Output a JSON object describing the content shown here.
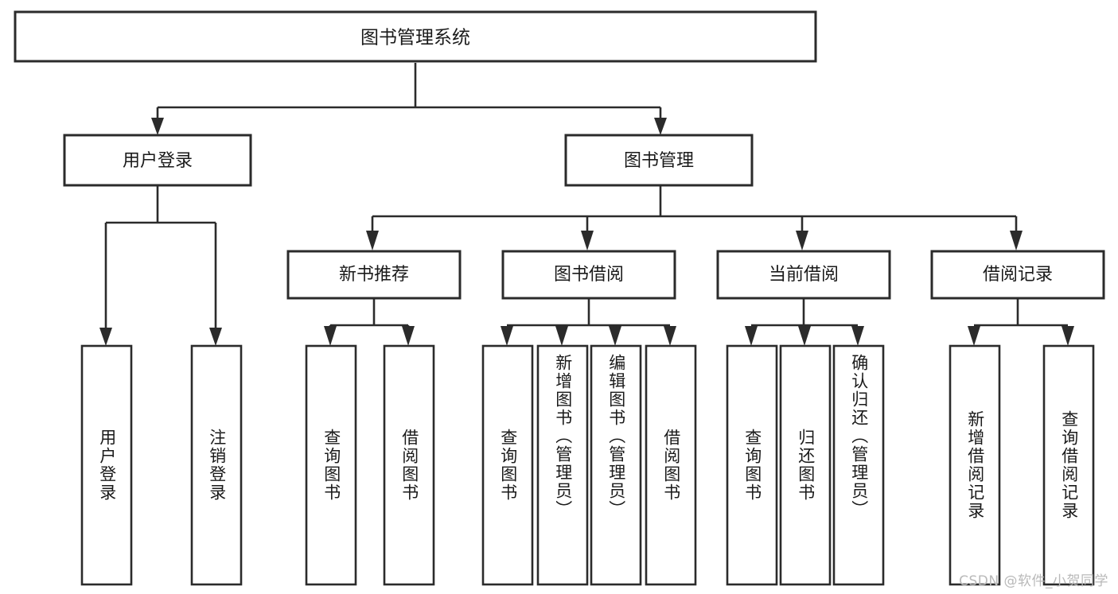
{
  "diagram": {
    "type": "tree-hierarchy",
    "title": "图书管理系统",
    "orientation": "top-down",
    "watermark": "CSDN @软件_小贺同学",
    "colors": {
      "box_stroke": "#2b2b2b",
      "box_fill": "#ffffff",
      "connector": "#2b2b2b",
      "text": "#1a1a1a",
      "watermark": "#b9b9b9",
      "background": "#ffffff"
    },
    "root": {
      "id": "root",
      "label": "图书管理系统"
    },
    "level2": [
      {
        "id": "user-login",
        "label": "用户登录"
      },
      {
        "id": "book-management",
        "label": "图书管理"
      }
    ],
    "level3": [
      {
        "id": "new-book-recommend",
        "label": "新书推荐",
        "parent": "book-management"
      },
      {
        "id": "book-borrow",
        "label": "图书借阅",
        "parent": "book-management"
      },
      {
        "id": "current-borrow",
        "label": "当前借阅",
        "parent": "book-management"
      },
      {
        "id": "borrow-record",
        "label": "借阅记录",
        "parent": "book-management"
      }
    ],
    "leaves": [
      {
        "id": "leaf-user-login",
        "label": "用户登录",
        "parent": "user-login"
      },
      {
        "id": "leaf-logout-login",
        "label": "注销登录",
        "parent": "user-login"
      },
      {
        "id": "leaf-query-book-1",
        "label": "查询图书",
        "parent": "new-book-recommend"
      },
      {
        "id": "leaf-borrow-book-1",
        "label": "借阅图书",
        "parent": "new-book-recommend"
      },
      {
        "id": "leaf-query-book-2",
        "label": "查询图书",
        "parent": "book-borrow"
      },
      {
        "id": "leaf-add-book-admin",
        "label": "新增图书（管理员）",
        "parent": "book-borrow"
      },
      {
        "id": "leaf-edit-book-admin",
        "label": "编辑图书（管理员）",
        "parent": "book-borrow"
      },
      {
        "id": "leaf-borrow-book-2",
        "label": "借阅图书",
        "parent": "book-borrow"
      },
      {
        "id": "leaf-query-book-3",
        "label": "查询图书",
        "parent": "current-borrow"
      },
      {
        "id": "leaf-return-book",
        "label": "归还图书",
        "parent": "current-borrow"
      },
      {
        "id": "leaf-confirm-return-admin",
        "label": "确认归还（管理员）",
        "parent": "current-borrow"
      },
      {
        "id": "leaf-add-borrow-record",
        "label": "新增借阅记录",
        "parent": "borrow-record"
      },
      {
        "id": "leaf-query-borrow-record",
        "label": "查询借阅记录",
        "parent": "borrow-record"
      }
    ]
  }
}
